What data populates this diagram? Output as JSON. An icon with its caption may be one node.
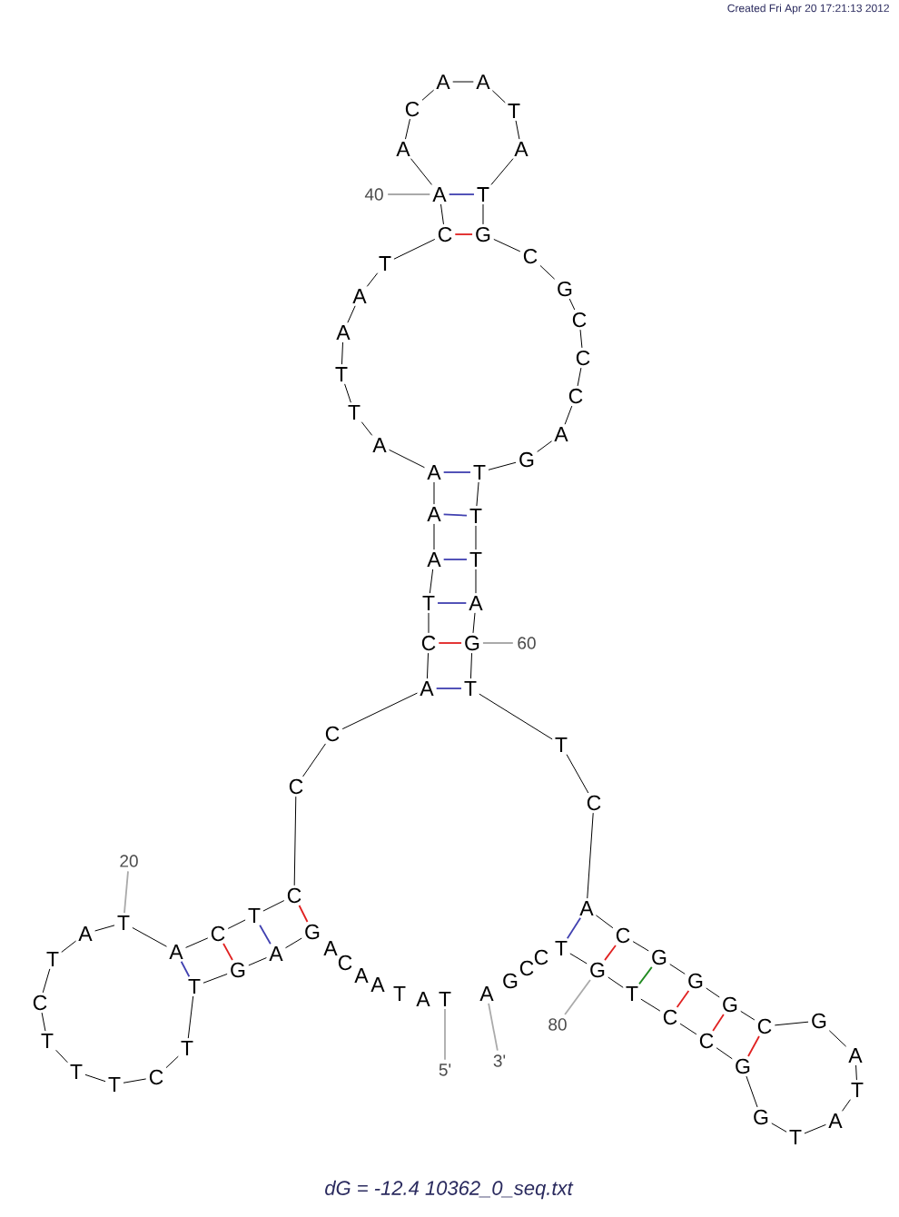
{
  "diagram": {
    "caption": "dG = -12.4 10362_0_seq.txt",
    "nodes": [
      {
        "text": [
          "T"
        ]
      },
      {
        "text": [
          "A"
        ]
      },
      {
        "text": [
          "T"
        ]
      },
      {
        "text": [
          "A"
        ]
      },
      {
        "text": [
          "A"
        ]
      },
      {
        "text": [
          "C"
        ]
      },
      {
        "text": [
          "A"
        ]
      },
      {
        "text": [
          "G"
        ]
      },
      {
        "text": [
          "A"
        ]
      },
      {
        "text": [
          "G"
        ]
      },
      {
        "text": [
          "T"
        ]
      },
      {
        "text": [
          "T"
        ]
      },
      {
        "text": [
          "C"
        ]
      },
      {
        "text": [
          "T"
        ]
      },
      {
        "text": [
          "T"
        ]
      },
      {
        "text": [
          "T"
        ]
      },
      {
        "text": [
          "C"
        ]
      },
      {
        "text": [
          "T"
        ]
      },
      {
        "text": [
          "A"
        ]
      },
      {
        "text": [
          "T"
        ]
      },
      {
        "text": [
          "A"
        ]
      },
      {
        "text": [
          "C"
        ]
      },
      {
        "text": [
          "T"
        ]
      },
      {
        "text": [
          "C"
        ]
      },
      {
        "text": [
          "C"
        ]
      },
      {
        "text": [
          "C"
        ]
      },
      {
        "text": [
          "A"
        ]
      },
      {
        "text": [
          "C"
        ]
      },
      {
        "text": [
          "T"
        ]
      },
      {
        "text": [
          "A"
        ]
      },
      {
        "text": [
          "A"
        ]
      },
      {
        "text": [
          "A"
        ]
      },
      {
        "text": [
          "A"
        ]
      },
      {
        "text": [
          "T"
        ]
      },
      {
        "text": [
          "T"
        ]
      },
      {
        "text": [
          "A"
        ]
      },
      {
        "text": [
          "A"
        ]
      },
      {
        "text": [
          "T"
        ]
      },
      {
        "text": [
          "C"
        ]
      },
      {
        "text": [
          "A"
        ]
      },
      {
        "text": [
          "A"
        ]
      },
      {
        "text": [
          "C"
        ]
      },
      {
        "text": [
          "A"
        ]
      },
      {
        "text": [
          "A"
        ]
      },
      {
        "text": [
          "T"
        ]
      },
      {
        "text": [
          "A"
        ]
      },
      {
        "text": [
          "T"
        ]
      },
      {
        "text": [
          "G"
        ]
      },
      {
        "text": [
          "C"
        ]
      },
      {
        "text": [
          "G"
        ]
      },
      {
        "text": [
          "C"
        ]
      },
      {
        "text": [
          "C"
        ]
      },
      {
        "text": [
          "C"
        ]
      },
      {
        "text": [
          "A"
        ]
      },
      {
        "text": [
          "G"
        ]
      },
      {
        "text": [
          "T"
        ]
      },
      {
        "text": [
          "T"
        ]
      },
      {
        "text": [
          "T"
        ]
      },
      {
        "text": [
          "A"
        ]
      },
      {
        "text": [
          "G"
        ]
      },
      {
        "text": [
          "T"
        ]
      },
      {
        "text": [
          "T"
        ]
      },
      {
        "text": [
          "C"
        ]
      },
      {
        "text": [
          "A"
        ]
      },
      {
        "text": [
          "C"
        ]
      },
      {
        "text": [
          "G"
        ]
      },
      {
        "text": [
          "G"
        ]
      },
      {
        "text": [
          "G"
        ]
      },
      {
        "text": [
          "C"
        ]
      },
      {
        "text": [
          "G"
        ]
      },
      {
        "text": [
          "A"
        ]
      },
      {
        "text": [
          "T"
        ]
      },
      {
        "text": [
          "A"
        ]
      },
      {
        "text": [
          "T"
        ]
      },
      {
        "text": [
          "G"
        ]
      },
      {
        "text": [
          "G"
        ]
      },
      {
        "text": [
          "C"
        ]
      },
      {
        "text": [
          "C"
        ]
      },
      {
        "text": [
          "T"
        ]
      },
      {
        "text": [
          "G"
        ]
      },
      {
        "text": [
          "T"
        ]
      },
      {
        "text": [
          "C"
        ]
      },
      {
        "text": [
          "C"
        ]
      },
      {
        "text": [
          "G"
        ]
      },
      {
        "text": [
          "A"
        ]
      },
      {
        "text": [
          "5'"
        ]
      },
      {
        "text": [
          "20"
        ]
      },
      {
        "text": [
          "40"
        ]
      },
      {
        "text": [
          "60"
        ]
      },
      {
        "text": [
          "80"
        ]
      },
      {
        "text": [
          "3'"
        ]
      }
    ],
    "edges": [
      {
        "from": 7,
        "to": 8,
        "arrow": "none"
      },
      {
        "from": 8,
        "to": 9,
        "arrow": "none"
      },
      {
        "from": 9,
        "to": 10,
        "arrow": "none"
      },
      {
        "from": 10,
        "to": 11,
        "arrow": "none"
      },
      {
        "from": 11,
        "to": 12,
        "arrow": "none"
      },
      {
        "from": 12,
        "to": 13,
        "arrow": "none"
      },
      {
        "from": 13,
        "to": 14,
        "arrow": "none"
      },
      {
        "from": 14,
        "to": 15,
        "arrow": "none"
      },
      {
        "from": 15,
        "to": 16,
        "arrow": "none"
      },
      {
        "from": 16,
        "to": 17,
        "arrow": "none"
      },
      {
        "from": 17,
        "to": 18,
        "arrow": "none"
      },
      {
        "from": 18,
        "to": 19,
        "arrow": "none"
      },
      {
        "from": 19,
        "to": 20,
        "arrow": "none"
      },
      {
        "from": 20,
        "to": 21,
        "arrow": "none"
      },
      {
        "from": 21,
        "to": 22,
        "arrow": "none"
      },
      {
        "from": 22,
        "to": 23,
        "arrow": "none"
      },
      {
        "from": 23,
        "to": 24,
        "arrow": "none"
      },
      {
        "from": 24,
        "to": 25,
        "arrow": "none"
      },
      {
        "from": 25,
        "to": 26,
        "arrow": "none"
      },
      {
        "from": 26,
        "to": 27,
        "arrow": "none"
      },
      {
        "from": 27,
        "to": 28,
        "arrow": "none"
      },
      {
        "from": 28,
        "to": 29,
        "arrow": "none"
      },
      {
        "from": 29,
        "to": 30,
        "arrow": "none"
      },
      {
        "from": 30,
        "to": 31,
        "arrow": "none"
      },
      {
        "from": 31,
        "to": 32,
        "arrow": "none"
      },
      {
        "from": 32,
        "to": 33,
        "arrow": "none"
      },
      {
        "from": 33,
        "to": 34,
        "arrow": "none"
      },
      {
        "from": 34,
        "to": 35,
        "arrow": "none"
      },
      {
        "from": 35,
        "to": 36,
        "arrow": "none"
      },
      {
        "from": 36,
        "to": 37,
        "arrow": "none"
      },
      {
        "from": 37,
        "to": 38,
        "arrow": "none"
      },
      {
        "from": 38,
        "to": 39,
        "arrow": "none"
      },
      {
        "from": 39,
        "to": 40,
        "arrow": "none"
      },
      {
        "from": 40,
        "to": 41,
        "arrow": "none"
      },
      {
        "from": 41,
        "to": 42,
        "arrow": "none"
      },
      {
        "from": 42,
        "to": 43,
        "arrow": "none"
      },
      {
        "from": 43,
        "to": 44,
        "arrow": "none"
      },
      {
        "from": 44,
        "to": 45,
        "arrow": "none"
      },
      {
        "from": 45,
        "to": 46,
        "arrow": "none"
      },
      {
        "from": 46,
        "to": 47,
        "arrow": "none"
      },
      {
        "from": 47,
        "to": 48,
        "arrow": "none"
      },
      {
        "from": 48,
        "to": 49,
        "arrow": "none"
      },
      {
        "from": 49,
        "to": 50,
        "arrow": "none"
      },
      {
        "from": 50,
        "to": 51,
        "arrow": "none"
      },
      {
        "from": 51,
        "to": 52,
        "arrow": "none"
      },
      {
        "from": 52,
        "to": 53,
        "arrow": "none"
      },
      {
        "from": 53,
        "to": 54,
        "arrow": "none"
      },
      {
        "from": 54,
        "to": 55,
        "arrow": "none"
      },
      {
        "from": 55,
        "to": 56,
        "arrow": "none"
      },
      {
        "from": 56,
        "to": 57,
        "arrow": "none"
      },
      {
        "from": 57,
        "to": 58,
        "arrow": "none"
      },
      {
        "from": 58,
        "to": 59,
        "arrow": "none"
      },
      {
        "from": 59,
        "to": 60,
        "arrow": "none"
      },
      {
        "from": 60,
        "to": 61,
        "arrow": "none"
      },
      {
        "from": 61,
        "to": 62,
        "arrow": "none"
      },
      {
        "from": 62,
        "to": 63,
        "arrow": "none"
      },
      {
        "from": 63,
        "to": 64,
        "arrow": "none"
      },
      {
        "from": 64,
        "to": 65,
        "arrow": "none"
      },
      {
        "from": 65,
        "to": 66,
        "arrow": "none"
      },
      {
        "from": 66,
        "to": 67,
        "arrow": "none"
      },
      {
        "from": 67,
        "to": 68,
        "arrow": "none"
      },
      {
        "from": 68,
        "to": 69,
        "arrow": "none"
      },
      {
        "from": 69,
        "to": 70,
        "arrow": "none"
      },
      {
        "from": 70,
        "to": 71,
        "arrow": "none"
      },
      {
        "from": 71,
        "to": 72,
        "arrow": "none"
      },
      {
        "from": 72,
        "to": 73,
        "arrow": "none"
      },
      {
        "from": 73,
        "to": 74,
        "arrow": "none"
      },
      {
        "from": 74,
        "to": 75,
        "arrow": "none"
      },
      {
        "from": 75,
        "to": 76,
        "arrow": "none"
      },
      {
        "from": 76,
        "to": 77,
        "arrow": "none"
      },
      {
        "from": 77,
        "to": 78,
        "arrow": "none"
      },
      {
        "from": 78,
        "to": 79,
        "arrow": "none"
      },
      {
        "from": 79,
        "to": 80,
        "arrow": "none"
      },
      {
        "from": 7,
        "to": 23,
        "arrow": "none",
        "color": "#e02020"
      },
      {
        "from": 8,
        "to": 22,
        "arrow": "none",
        "color": "#4040b0"
      },
      {
        "from": 9,
        "to": 21,
        "arrow": "none",
        "color": "#e02020"
      },
      {
        "from": 10,
        "to": 20,
        "arrow": "none",
        "color": "#4040b0"
      },
      {
        "from": 26,
        "to": 60,
        "arrow": "none",
        "color": "#4040b0"
      },
      {
        "from": 27,
        "to": 59,
        "arrow": "none",
        "color": "#e02020"
      },
      {
        "from": 28,
        "to": 58,
        "arrow": "none",
        "color": "#4040b0"
      },
      {
        "from": 29,
        "to": 57,
        "arrow": "none",
        "color": "#4040b0"
      },
      {
        "from": 30,
        "to": 56,
        "arrow": "none",
        "color": "#4040b0"
      },
      {
        "from": 31,
        "to": 55,
        "arrow": "none",
        "color": "#4040b0"
      },
      {
        "from": 38,
        "to": 47,
        "arrow": "none",
        "color": "#e02020"
      },
      {
        "from": 39,
        "to": 46,
        "arrow": "none",
        "color": "#4040b0"
      },
      {
        "from": 63,
        "to": 80,
        "arrow": "none",
        "color": "#4040b0"
      },
      {
        "from": 64,
        "to": 79,
        "arrow": "none",
        "color": "#e02020"
      },
      {
        "from": 65,
        "to": 78,
        "arrow": "none",
        "color": "#208a20"
      },
      {
        "from": 66,
        "to": 77,
        "arrow": "none",
        "color": "#e02020"
      },
      {
        "from": 67,
        "to": 76,
        "arrow": "none",
        "color": "#e02020"
      },
      {
        "from": 68,
        "to": 75,
        "arrow": "none",
        "color": "#e02020"
      },
      {
        "from": 85,
        "to": 0,
        "arrow": "none",
        "color": "#aaaaaa"
      },
      {
        "from": 86,
        "to": 19,
        "arrow": "none",
        "color": "#aaaaaa"
      },
      {
        "from": 87,
        "to": 39,
        "arrow": "none",
        "color": "#aaaaaa"
      },
      {
        "from": 88,
        "to": 59,
        "arrow": "none",
        "color": "#aaaaaa"
      },
      {
        "from": 89,
        "to": 79,
        "arrow": "none",
        "color": "#aaaaaa"
      },
      {
        "from": 90,
        "to": 84,
        "arrow": "none",
        "color": "#aaaaaa"
      }
    ],
    "labels": [
      "Created Fri Apr 20 17:21:13 2012"
    ]
  }
}
